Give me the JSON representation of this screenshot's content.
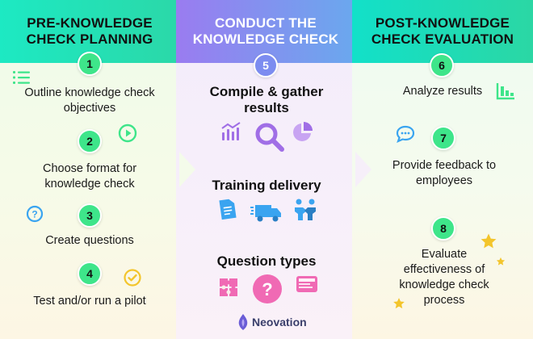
{
  "columns": {
    "left": {
      "title": "PRE-KNOWLEDGE CHECK PLANNING"
    },
    "middle": {
      "title": "CONDUCT THE KNOWLEDGE CHECK"
    },
    "right": {
      "title": "POST-KNOWLEDGE CHECK EVALUATION"
    }
  },
  "steps": [
    {
      "number": "1",
      "label": "Outline knowledge check objectives"
    },
    {
      "number": "2",
      "label": "Choose format for knowledge check"
    },
    {
      "number": "3",
      "label": "Create questions"
    },
    {
      "number": "4",
      "label": "Test and/or run a pilot"
    },
    {
      "number": "5",
      "label": "Compile & gather results"
    },
    {
      "number": "6",
      "label": "Analyze results"
    },
    {
      "number": "7",
      "label": "Provide feedback to employees"
    },
    {
      "number": "8",
      "label": "Evaluate effectiveness of knowledge check process"
    }
  ],
  "middle_sections": {
    "training": "Training delivery",
    "questions": "Question types"
  },
  "brand": {
    "name": "Neovation"
  },
  "colors": {
    "green_badge": "#3ee58a",
    "purple_badge": "#7c8cf0",
    "icon_purple": "#a06ee6",
    "icon_blue": "#3aa4f0",
    "icon_pink": "#f06ab4",
    "icon_yellow": "#f3c52c",
    "icon_green": "#3ee58a"
  },
  "icons": [
    "list-icon",
    "play-icon",
    "question-circle-icon",
    "check-circle-icon",
    "bar-chart-icon",
    "magnifier-icon",
    "pie-chart-icon",
    "document-icon",
    "delivery-truck-icon",
    "handshake-icon",
    "puzzle-icon",
    "question-circle-icon",
    "form-icon",
    "chart-icon",
    "chat-icon",
    "star-icon",
    "neovation-logo-icon"
  ]
}
